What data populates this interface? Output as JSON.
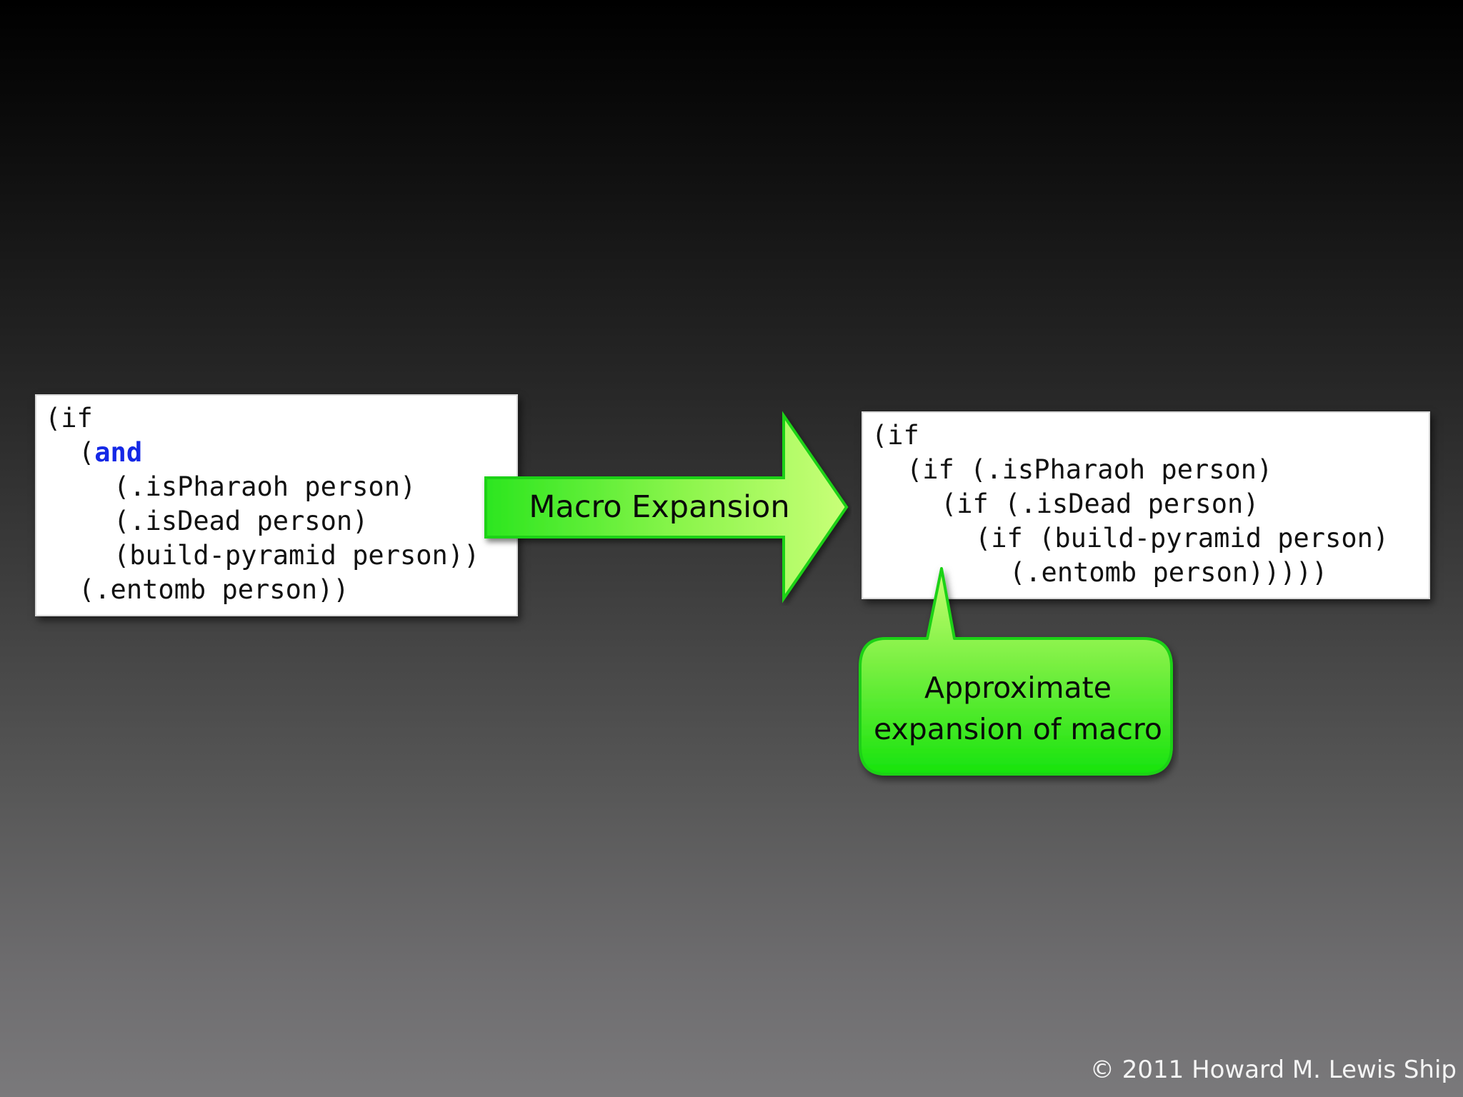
{
  "slide": {
    "left_code": {
      "line1": "(if",
      "line2_open": "(",
      "line2_keyword": "and",
      "line3": "(.isPharaoh person)",
      "line4": "(.isDead person)",
      "line5": "(build-pyramid person))",
      "line6": "(.entomb person))"
    },
    "arrow_label": "Macro Expansion",
    "right_code": {
      "line1": "(if",
      "line2": "(if (.isPharaoh person)",
      "line3": "(if (.isDead person)",
      "line4": "(if (build-pyramid person)",
      "line5": "(.entomb person)))))"
    },
    "callout": {
      "line1": "Approximate",
      "line2": "expansion of macro"
    },
    "copyright": "© 2011 Howard M. Lewis Ship"
  },
  "colors": {
    "keyword": "#1428e6",
    "green_light": "#c8ff73",
    "green_dark": "#22e61a",
    "green_border": "#1fd218"
  }
}
